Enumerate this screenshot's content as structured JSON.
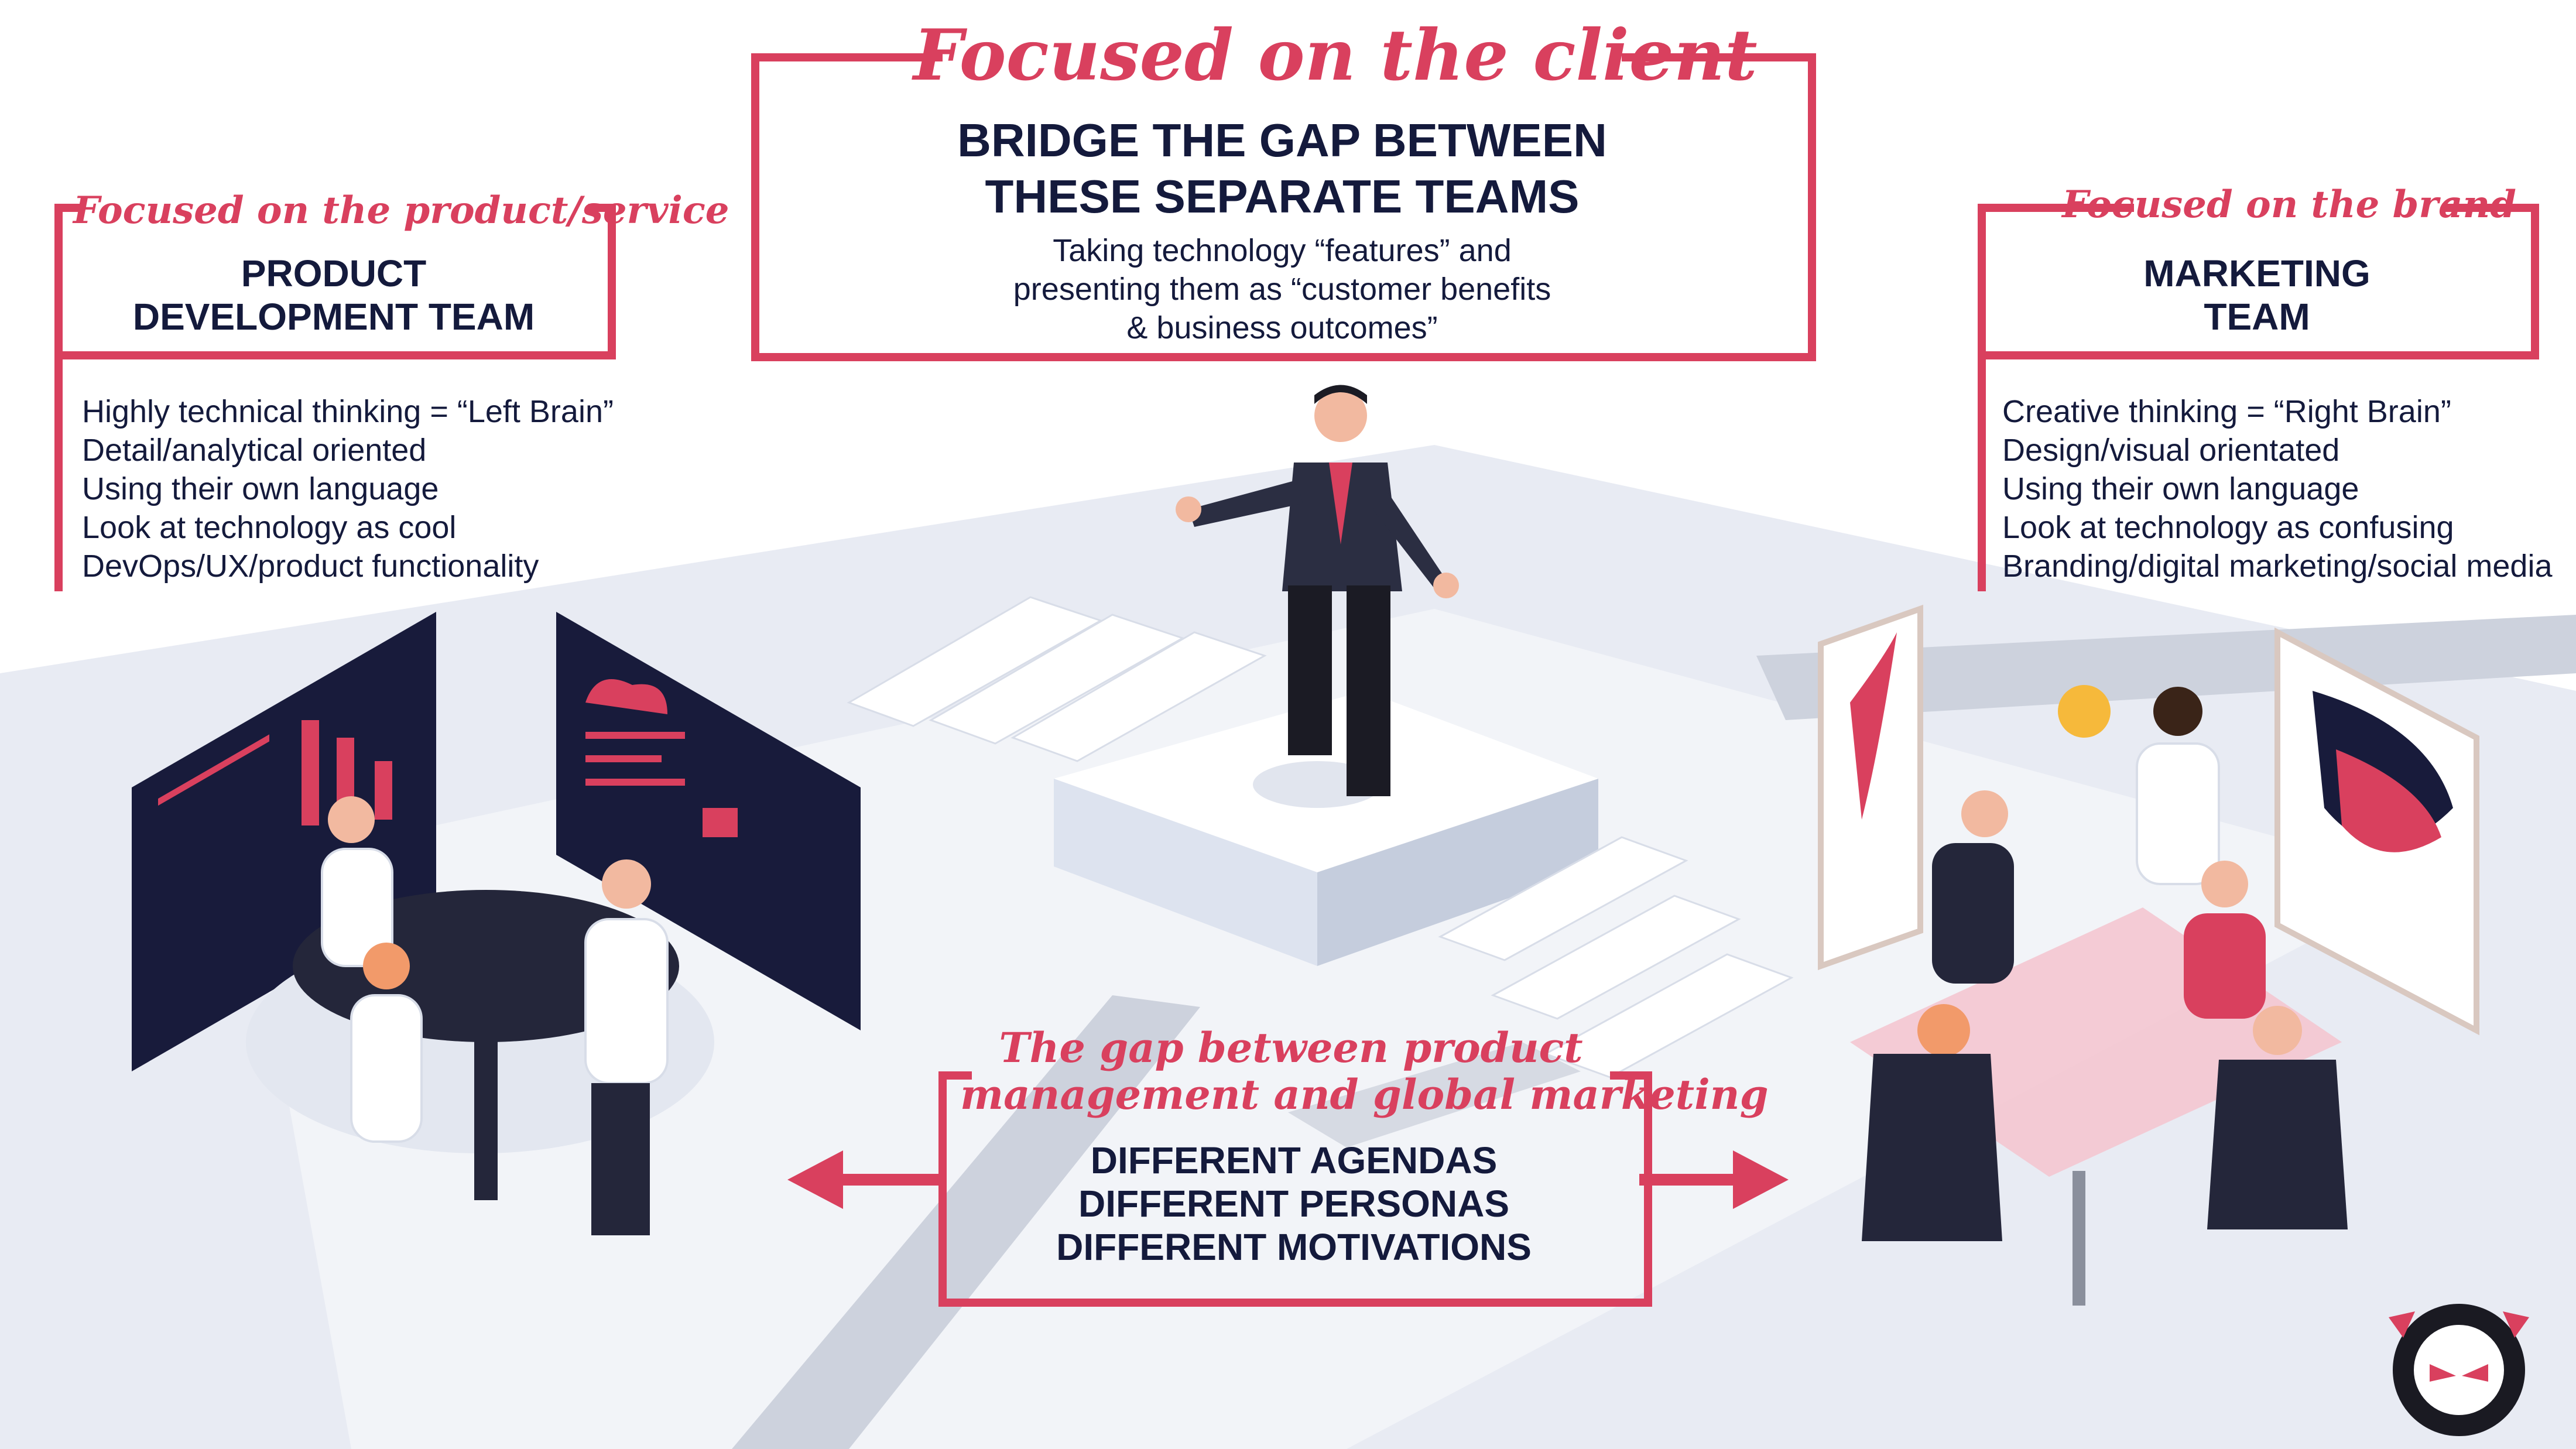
{
  "center_box": {
    "heading": "Focused on the client",
    "title_line1": "BRIDGE THE GAP BETWEEN",
    "title_line2": "THESE SEPARATE TEAMS",
    "desc_line1": "Taking technology “features” and",
    "desc_line2": "presenting them as “customer benefits",
    "desc_line3": "& business outcomes”"
  },
  "left_box": {
    "heading": "Focused on the product/service",
    "title_line1": "PRODUCT",
    "title_line2": "DEVELOPMENT TEAM",
    "bullets": [
      "Highly technical thinking = “Left Brain”",
      "Detail/analytical oriented",
      "Using their own language",
      "Look at technology as cool",
      "DevOps/UX/product functionality"
    ]
  },
  "right_box": {
    "heading": "Focused on the brand",
    "title_line1": "MARKETING",
    "title_line2": "TEAM",
    "bullets": [
      "Creative thinking = “Right Brain”",
      "Design/visual orientated",
      "Using their own language",
      "Look at technology as confusing",
      "Branding/digital marketing/social media"
    ]
  },
  "gap_box": {
    "heading_line1": "The gap between product",
    "heading_line2": "management and global marketing",
    "line1": "DIFFERENT AGENDAS",
    "line2": "DIFFERENT PERSONAS",
    "line3": "DIFFERENT MOTIVATIONS"
  },
  "colors": {
    "accent": "#d9405e",
    "navy": "#141a3c",
    "floor": "#e6eaf2",
    "road": "#c9ced9"
  },
  "icons": {
    "logo": "devil-mascot-icon",
    "arrows": "double-arrow-icon"
  }
}
